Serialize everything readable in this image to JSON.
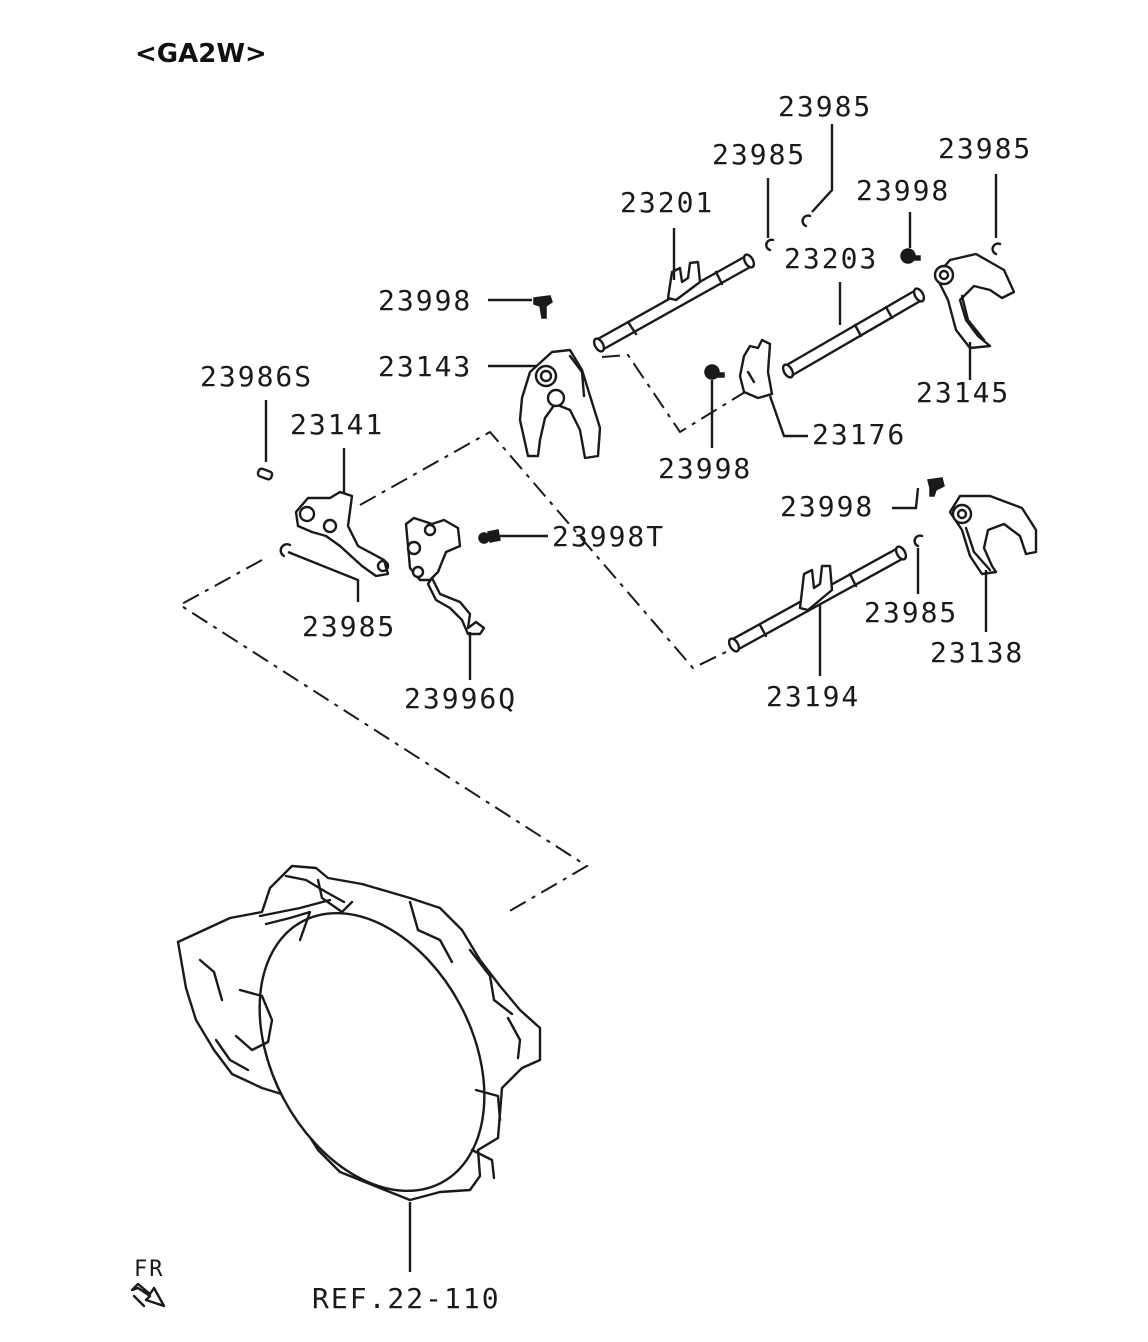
{
  "title": "<GA2W>",
  "labels": {
    "p23985_top": "23985",
    "p23985_a": "23985",
    "p23985_right": "23985",
    "p23998_top": "23998",
    "p23201": "23201",
    "p23203": "23203",
    "p23998_left": "23998",
    "p23143": "23143",
    "p23145": "23145",
    "p23986s": "23986S",
    "p23141": "23141",
    "p23176": "23176",
    "p23998_mid": "23998",
    "p23998t": "23998T",
    "p23998_right": "23998",
    "p23985_left": "23985",
    "p23985_low": "23985",
    "p23138": "23138",
    "p23996q": "23996Q",
    "p23194": "23194",
    "ref": "REF.22-110"
  },
  "front_indicator": {
    "label": "FR",
    "icon": "front-arrow-icon"
  }
}
